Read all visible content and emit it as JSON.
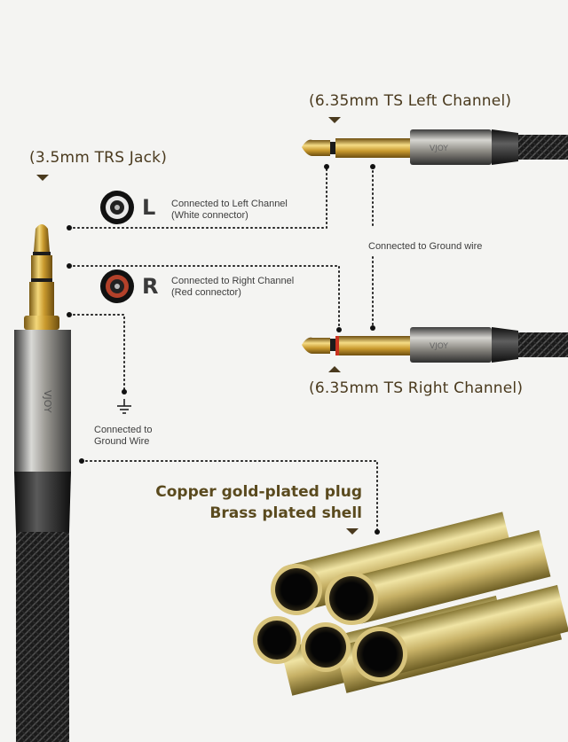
{
  "labels": {
    "left_plug_title": "(6.35mm TS Left Channel)",
    "right_plug_title": "(6.35mm TS Right Channel)",
    "jack_title": "(3.5mm TRS Jack)",
    "left_letter": "L",
    "left_desc_1": "Connected to Left Channel",
    "left_desc_2": "(White connector)",
    "right_letter": "R",
    "right_desc_1": "Connected to Right Channel",
    "right_desc_2": "(Red connector)",
    "ground_between": "Connected to Ground wire",
    "ground_jack_1": "Connected to",
    "ground_jack_2": "Ground Wire",
    "plating_1": "Copper gold-plated plug",
    "plating_2": "Brass plated shell"
  },
  "colors": {
    "gold": "#c9a43a",
    "title_brown": "#4a3a1e",
    "red_connector": "#b3412a",
    "white_connector": "#e8e8e8",
    "background": "#f4f4f2"
  },
  "icons": [
    "white-connector-icon",
    "red-connector-icon",
    "ground-symbol-icon"
  ]
}
